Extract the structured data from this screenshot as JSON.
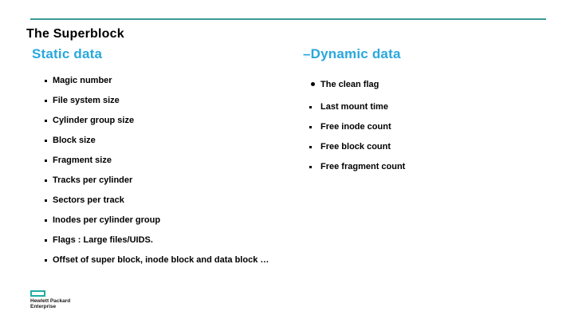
{
  "slide": {
    "title": "The Superblock",
    "columns": [
      {
        "heading": "Static data",
        "items": [
          {
            "text": "Magic number",
            "bullet": "square"
          },
          {
            "text": "File system size",
            "bullet": "square"
          },
          {
            "text": "Cylinder group size",
            "bullet": "square"
          },
          {
            "text": "Block size",
            "bullet": "square"
          },
          {
            "text": "Fragment size",
            "bullet": "square"
          },
          {
            "text": "Tracks per cylinder",
            "bullet": "square"
          },
          {
            "text": "Sectors per track",
            "bullet": "square"
          },
          {
            "text": "Inodes per cylinder group",
            "bullet": "square"
          },
          {
            "text": "Flags : Large files/UIDS.",
            "bullet": "square"
          },
          {
            "text": "Offset of super block, inode block and data block …",
            "bullet": "square"
          }
        ]
      },
      {
        "heading": "–Dynamic data",
        "items": [
          {
            "text": "The clean flag",
            "bullet": "round"
          },
          {
            "text": "Last mount time",
            "bullet": "square"
          },
          {
            "text": "Free inode count",
            "bullet": "square"
          },
          {
            "text": "Free block count",
            "bullet": "square"
          },
          {
            "text": "Free fragment count",
            "bullet": "square"
          }
        ]
      }
    ],
    "logo": {
      "line1": "Hewlett Packard",
      "line2": "Enterprise"
    },
    "colors": {
      "rule": "#3a9b93",
      "heading": "#29a8dc",
      "logo_rect": "#1fada4",
      "text": "#000000"
    }
  }
}
